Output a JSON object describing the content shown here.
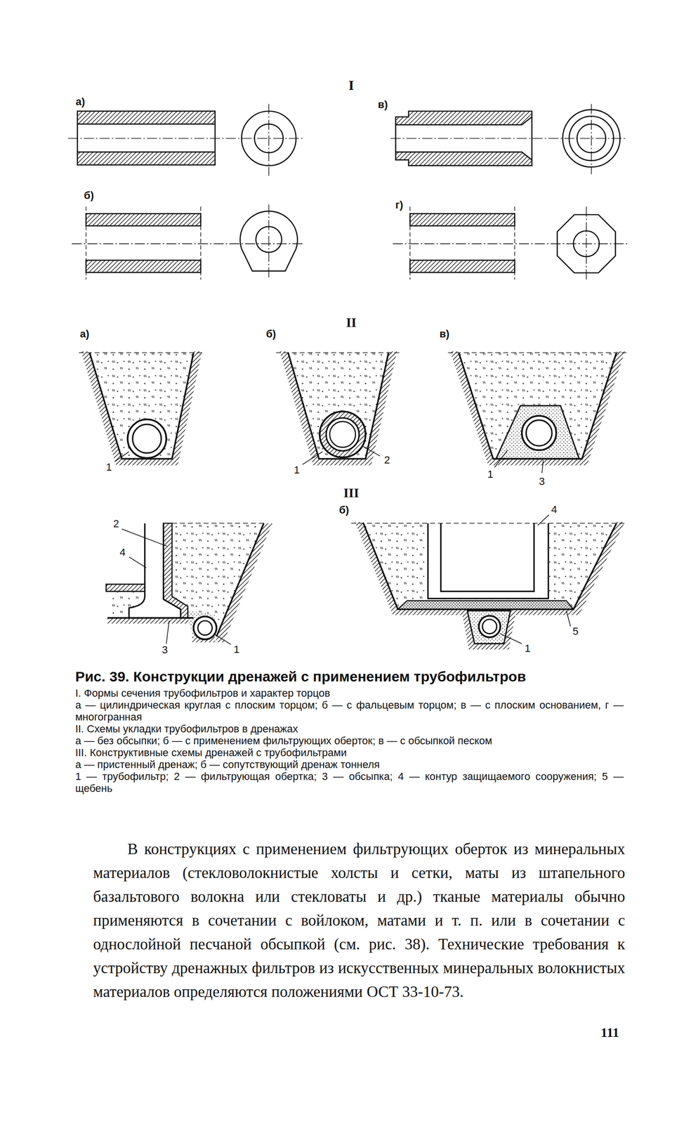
{
  "diagram": {
    "caption": "Рис. 39. Конструкции дренажей с применением трубофильтров",
    "labels": [
      "I",
      "а)",
      "в)",
      "б)",
      "г)",
      "II",
      "а)",
      "б)",
      "в)",
      "1",
      "1",
      "2",
      "1",
      "3",
      "III",
      "2",
      "4",
      "3",
      "1",
      "б)",
      "4",
      "1",
      "5",
      "I. Формы сечения трубофильтров и характер торцов",
      "а — цилиндрическая круглая с плоским торцом; б — с фальцевым торцом; в — с плоским основанием, г — многогранная",
      "II. Схемы укладки трубофильтров в дренажах",
      "а — без обсыпки; б — с применением фильтрующих оберток; в — с обсыпкой песком",
      "III. Конструктивные схемы дренажей с трубофильтрами",
      "а — пристенный дренаж; б — сопутствующий дренаж тоннеля",
      "1 — трубофильтр; 2 — фильтрующая обертка; 3 — обсыпка; 4 — контур защищаемого сооружения; 5 — щебень",
      "В конструкциях с применением фильтрующих оберток из минеральных материалов (стекловолокнистые холсты и сетки, маты из штапельного базальтового волокна или стекловаты и др.) тканые материалы обычно применяются в сочетании с войлоком, матами и т. п. или в сочетании с однослойной песчаной обсыпкой (см. рис. 38). Технические требования к устройству дренажных фильтров из искусственных минеральных волокнистых материалов определяются положениями ОСТ 33-10-73.",
      "111"
    ]
  }
}
